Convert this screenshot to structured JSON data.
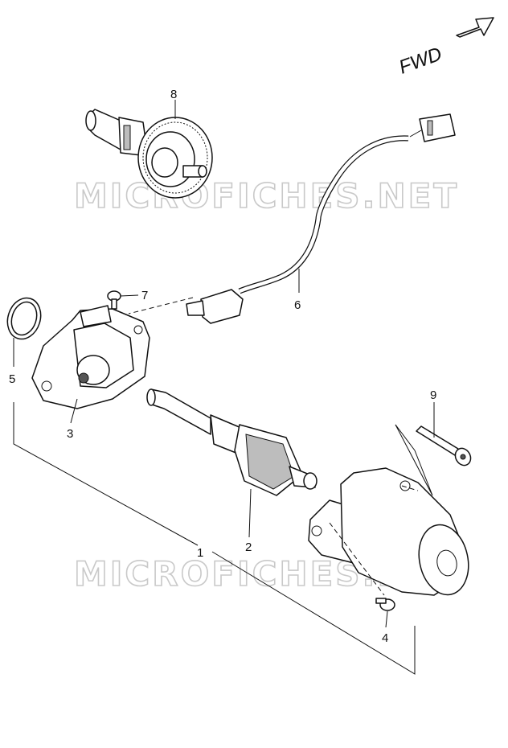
{
  "direction_label": "FWD",
  "watermarks": [
    "MICROFICHES.NET",
    "MICROFICHES.NET"
  ],
  "callouts": [
    "1",
    "2",
    "3",
    "4",
    "5",
    "6",
    "7",
    "8",
    "9"
  ]
}
